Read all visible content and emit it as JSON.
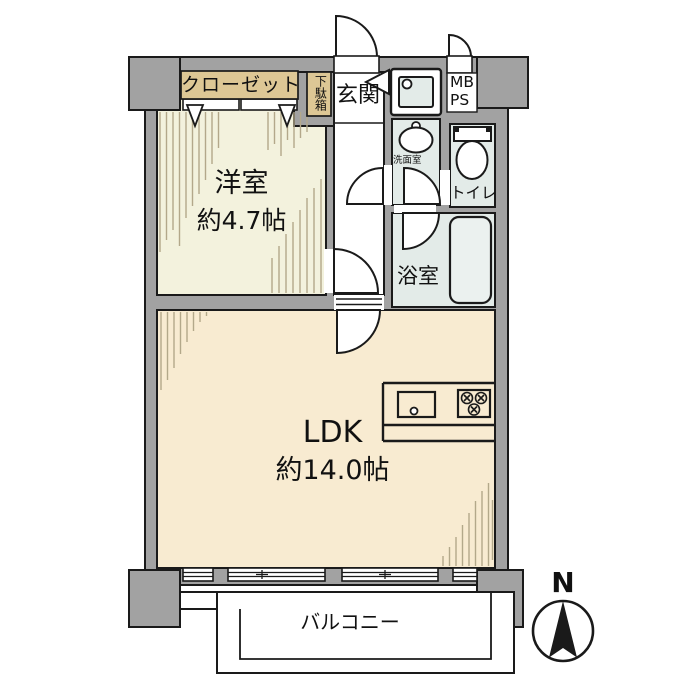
{
  "floorplan": {
    "rooms": {
      "western_room": {
        "label": "洋室",
        "area": "約4.7帖"
      },
      "ldk": {
        "label": "LDK",
        "area": "約14.0帖"
      },
      "entrance": {
        "label": "玄関"
      },
      "shoe_cabinet": {
        "label": "下駄箱"
      },
      "closet": {
        "label": "クローゼット"
      },
      "washroom": {
        "label": "洗面室"
      },
      "toilet": {
        "label": "トイレ"
      },
      "bathroom": {
        "label": "浴室"
      },
      "balcony": {
        "label": "バルコニー"
      },
      "meter_box": {
        "line1": "MB",
        "line2": "PS"
      }
    },
    "compass": {
      "north_label": "N"
    },
    "colors": {
      "wall": "#a2a2a2",
      "outline": "#1a1a1a",
      "western_room_fill": "#f3f2dd",
      "ldk_fill": "#f8ebd1",
      "wet_area_fill": "#e3ebe8",
      "bathtub_fill": "#ebf1ef",
      "label_box_fill": "#ddc795",
      "hatch": "#b3a88a"
    }
  }
}
